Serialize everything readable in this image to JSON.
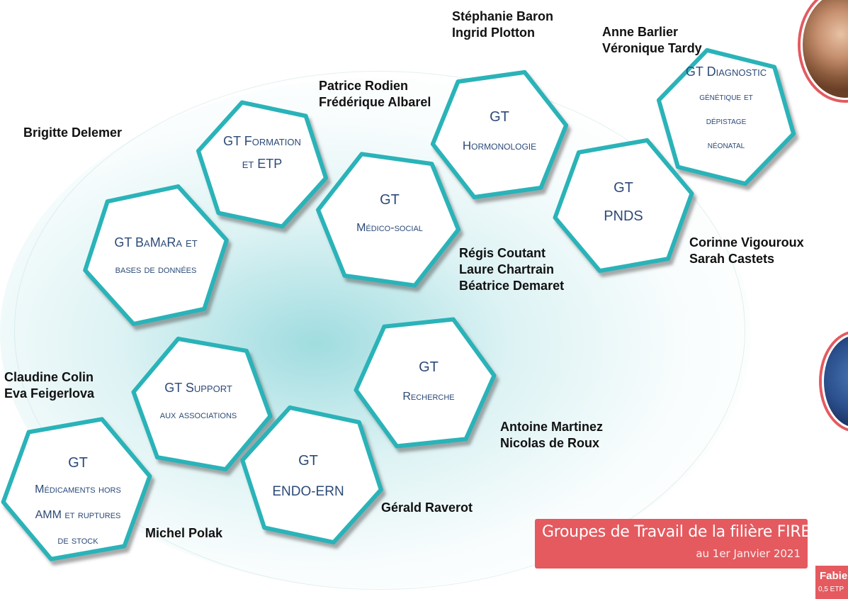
{
  "hexagons": [
    {
      "id": "formation",
      "line1": "GT Formation",
      "line2": "et ETP"
    },
    {
      "id": "hormonologie",
      "line1": "GT",
      "line2": "Hormonologie"
    },
    {
      "id": "diagnostic",
      "line1": "GT Diagnostic",
      "line2": "génétique et",
      "line3": "dépistage",
      "line4": "néonatal"
    },
    {
      "id": "pnds",
      "line1": "GT",
      "line2": "PNDS"
    },
    {
      "id": "medico",
      "line1": "GT",
      "line2": "Médico-social"
    },
    {
      "id": "bamara",
      "line1": "GT BaMaRa et",
      "line2": "bases de données"
    },
    {
      "id": "support",
      "line1": "GT Support",
      "line2": "aux associations"
    },
    {
      "id": "recherche",
      "line1": "GT",
      "line2": "Recherche"
    },
    {
      "id": "endo",
      "line1": "GT",
      "line2": "ENDO-ERN"
    },
    {
      "id": "medicaments",
      "line1": "GT",
      "line2": "Médicaments hors",
      "line3": "AMM et ruptures",
      "line4": "de stock"
    }
  ],
  "leaders": {
    "baron_plotton": [
      "Stéphanie Baron",
      "Ingrid Plotton"
    ],
    "barlier_tardy": [
      "Anne Barlier",
      "Véronique Tardy"
    ],
    "rodien_albarel": [
      "Patrice Rodien",
      "Frédérique Albarel"
    ],
    "delemer": [
      "Brigitte Delemer"
    ],
    "vigouroux_castets": [
      "Corinne Vigouroux",
      "Sarah Castets"
    ],
    "coutant_chartrain_demaret": [
      "Régis Coutant",
      "Laure Chartrain",
      "Béatrice Demaret"
    ],
    "colin_feigerlova": [
      "Claudine Colin",
      "Eva Feigerlova"
    ],
    "martinez_roux": [
      "Antoine Martinez",
      "Nicolas de Roux"
    ],
    "raverot": [
      "Gérald Raverot"
    ],
    "polak": [
      "Michel Polak"
    ]
  },
  "banner": {
    "title": "Groupes de Travail de la filière FIRENDO",
    "subtitle": "au 1er Janvier 2021"
  },
  "corner_box": {
    "name": "Fabie",
    "sub": "0,5 ETP"
  },
  "colors": {
    "hex_border": "#2ab3b8",
    "hex_text": "#2c4a78",
    "banner": "#e45a5f"
  }
}
